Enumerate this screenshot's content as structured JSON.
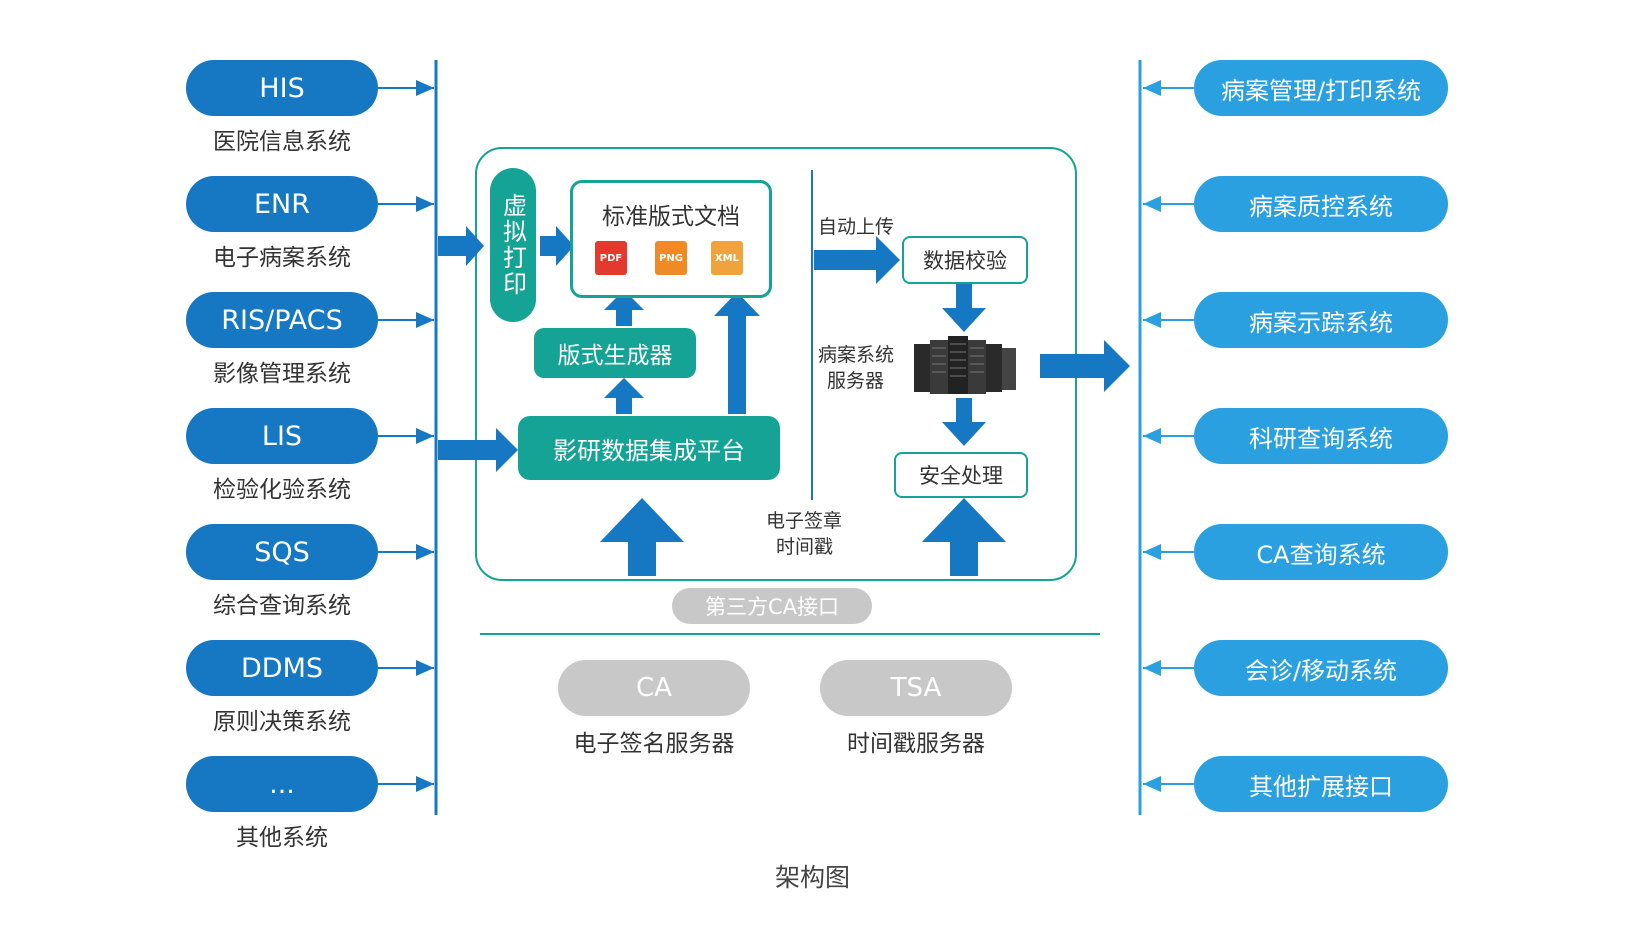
{
  "left_systems": [
    {
      "code": "HIS",
      "name": "医院信息系统"
    },
    {
      "code": "ENR",
      "name": "电子病案系统"
    },
    {
      "code": "RIS/PACS",
      "name": "影像管理系统"
    },
    {
      "code": "LIS",
      "name": "检验化验系统"
    },
    {
      "code": "SQS",
      "name": "综合查询系统"
    },
    {
      "code": "DDMS",
      "name": "原则决策系统"
    },
    {
      "code": "...",
      "name": "其他系统"
    }
  ],
  "right_systems": [
    "病案管理/打印系统",
    "病案质控系统",
    "病案示踪系统",
    "科研查询系统",
    "CA查询系统",
    "会诊/移动系统",
    "其他扩展接口"
  ],
  "center": {
    "virtual_print": "虚拟打印",
    "standard_doc": "标准版式文档",
    "icons": [
      {
        "label": "PDF",
        "name": "pdf-icon"
      },
      {
        "label": "PNG",
        "name": "png-icon"
      },
      {
        "label": "XML",
        "name": "xml-icon"
      }
    ],
    "format_gen": "版式生成器",
    "platform": "影研数据集成平台",
    "auto_upload": "自动上传",
    "data_check": "数据校验",
    "server_label_1": "病案系统",
    "server_label_2": "服务器",
    "security": "安全处理",
    "esign_1": "电子签章",
    "esign_2": "时间戳",
    "ca_interface": "第三方CA接口"
  },
  "bottom": [
    {
      "code": "CA",
      "name": "电子签名服务器"
    },
    {
      "code": "TSA",
      "name": "时间戳服务器"
    }
  ],
  "caption": "架构图",
  "colors": {
    "left_blue": "#1677c3",
    "right_blue": "#2ba0e0",
    "teal": "#14a394",
    "gray": "#c8c8c8"
  }
}
